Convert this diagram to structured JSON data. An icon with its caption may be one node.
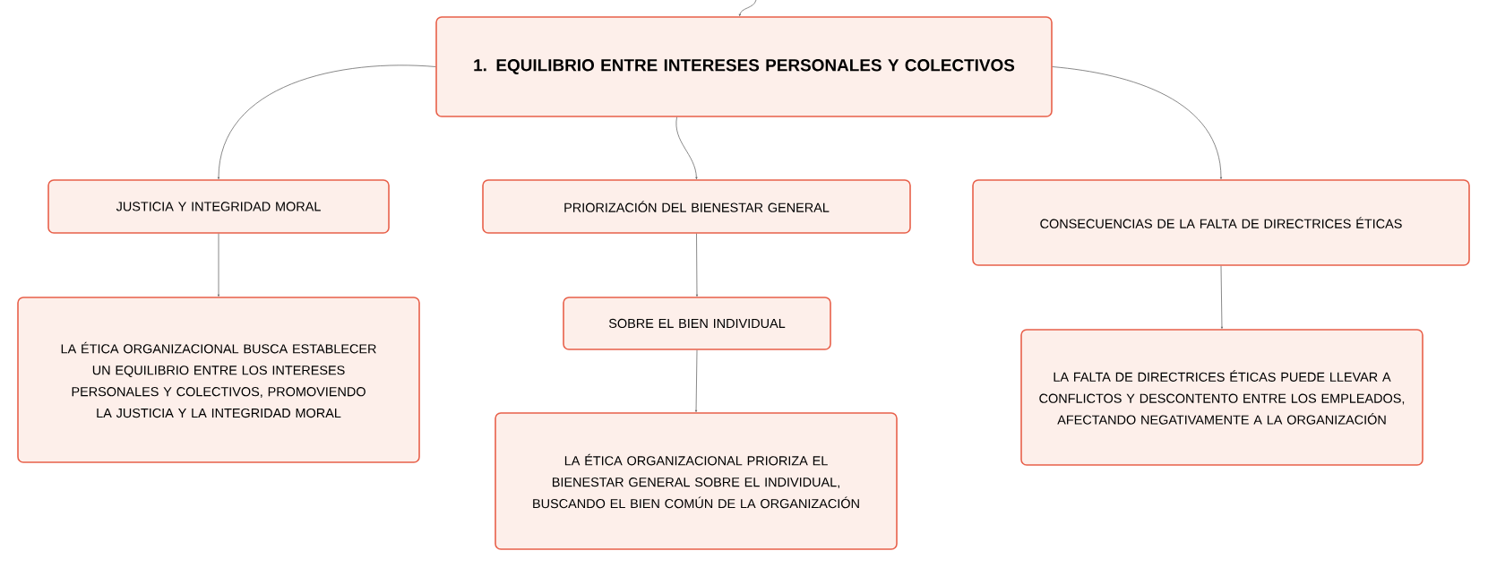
{
  "diagram": {
    "nodes": [
      {
        "text": [
          "1. EQUILIBRIO ENTRE INTERESES PERSONALES Y COLECTIVOS"
        ]
      },
      {
        "text": [
          "JUSTICIA Y INTEGRIDAD MORAL"
        ]
      },
      {
        "text": [
          "PRIORIZACIÓN DEL BIENESTAR GENERAL"
        ]
      },
      {
        "text": [
          "CONSECUENCIAS DE LA FALTA DE DIRECTRICES ÉTICAS"
        ]
      },
      {
        "text": [
          "LA ÉTICA ORGANIZACIONAL BUSCA ESTABLECER UN EQUILIBRIO ENTRE LOS INTERESES PERSONALES Y COLECTIVOS, PROMOVIENDO LA JUSTICIA Y LA INTEGRIDAD MORAL"
        ]
      },
      {
        "text": [
          "SOBRE EL BIEN INDIVIDUAL"
        ]
      },
      {
        "text": [
          "LA ÉTICA ORGANIZACIONAL PRIORIZA EL BIENESTAR GENERAL SOBRE EL INDIVIDUAL, BUSCANDO EL BIEN COMÚN DE LA ORGANIZACIÓN"
        ]
      },
      {
        "text": [
          "LA FALTA DE DIRECTRICES ÉTICAS PUEDE LLEVAR A CONFLICTOS Y DESCONTENTO ENTRE LOS EMPLEADOS, AFECTANDO NEGATIVAMENTE A LA ORGANIZACIÓN"
        ]
      }
    ],
    "edges": [
      {
        "from": null,
        "to": 0,
        "arrow": "to"
      },
      {
        "from": 0,
        "to": 1,
        "arrow": "to"
      },
      {
        "from": 0,
        "to": 2,
        "arrow": "to"
      },
      {
        "from": 0,
        "to": 3,
        "arrow": "to"
      },
      {
        "from": 1,
        "to": 4,
        "arrow": "to"
      },
      {
        "from": 2,
        "to": 5,
        "arrow": "to"
      },
      {
        "from": 5,
        "to": 6,
        "arrow": "to"
      },
      {
        "from": 3,
        "to": 7,
        "arrow": "to"
      }
    ]
  }
}
